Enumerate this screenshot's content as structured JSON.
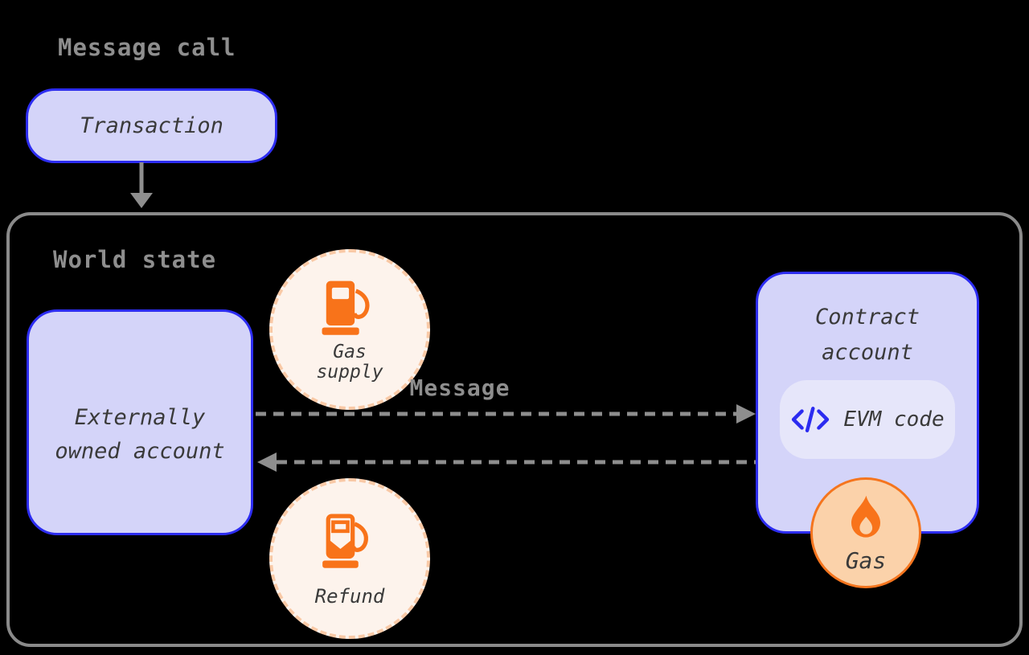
{
  "colors": {
    "background": "#000000",
    "lavender": "#d4d4f9",
    "lavender_light": "#e6e6fa",
    "blue_border": "#2d2df2",
    "blue_icon": "#2b2bf0",
    "gray_text": "#8e8e8e",
    "arrow_gray": "#8e8e8e",
    "world_border": "#8a8a8a",
    "dark_text": "#3a3a3a",
    "cream_fill": "#fdf3ec",
    "peach_dash": "#f9c9a6",
    "peach_fill": "#fbd2aa",
    "orange": "#f8731a",
    "orange_border": "#f5751e"
  },
  "title": "Message call",
  "transaction": {
    "label": "Transaction"
  },
  "world_state": {
    "label": "World state",
    "eoa": {
      "line1": "Externally",
      "line2": "owned account"
    },
    "gas_supply": {
      "line1": "Gas",
      "line2": "supply",
      "icon": "gas-pump-icon"
    },
    "message": {
      "label": "Message"
    },
    "contract": {
      "line1": "Contract",
      "line2": "account",
      "evm": {
        "label": "EVM code",
        "icon": "code-icon"
      }
    },
    "gas": {
      "label": "Gas",
      "icon": "flame-icon"
    },
    "refund": {
      "label": "Refund",
      "icon": "gas-pump-refund-icon"
    }
  }
}
